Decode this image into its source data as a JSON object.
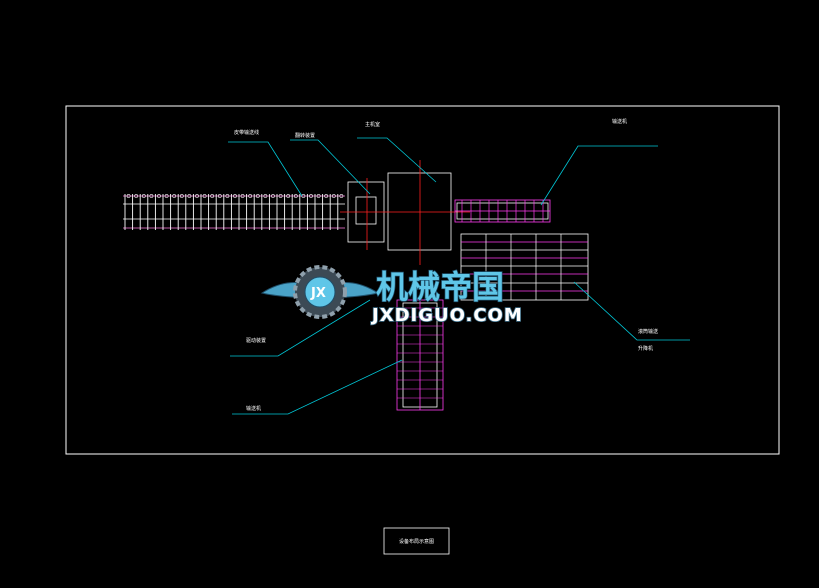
{
  "labels": {
    "conveyor_left": "皮带输送线",
    "device_top": "翻转装置",
    "machine_main": "主机室",
    "conveyor_right": "输送机",
    "lower_left": "驱动装置",
    "bottom_left": "输送机",
    "right_a": "滚筒输送",
    "right_b": "升降机"
  },
  "title_block": {
    "text": "设备布局示意图"
  },
  "watermark": {
    "logo_letters": "JX",
    "name_cn": "机械帝国",
    "name_en": "JXDIGUO.COM"
  },
  "colors": {
    "background": "#000000",
    "frame": "#ffffff",
    "leader": "#00c8d8",
    "equipment": "#ff3cf0",
    "center_line": "#ff2020",
    "watermark_blue": "#5fc6e8"
  }
}
